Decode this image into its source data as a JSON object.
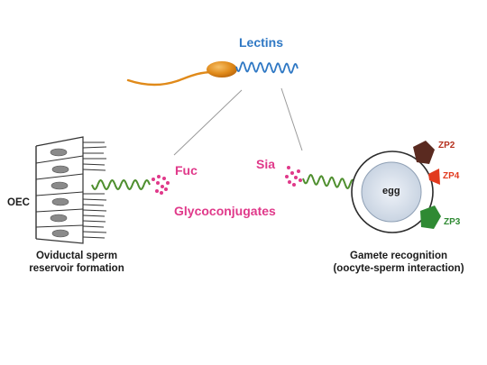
{
  "labels": {
    "lectins": "Lectins",
    "fuc": "Fuc",
    "sia": "Sia",
    "glycoconjugates": "Glycoconjugates",
    "oec": "OEC",
    "egg": "egg",
    "zp2": "ZP2",
    "zp4": "ZP4",
    "zp3": "ZP3"
  },
  "captions": {
    "left_line1": "Oviductal sperm",
    "left_line2": "reservoir formation",
    "right_line1": "Gamete recognition",
    "right_line2": "(oocyte-sperm interaction)"
  },
  "colors": {
    "lectin_blue": "#2f78c4",
    "glycan_pink": "#e0398a",
    "sperm_orange": "#e08a1a",
    "helix_green": "#4f8f2f",
    "zp2_brown": "#5a2a20",
    "zp4_red": "#e23a1e",
    "zp3_green": "#2f8a33"
  }
}
